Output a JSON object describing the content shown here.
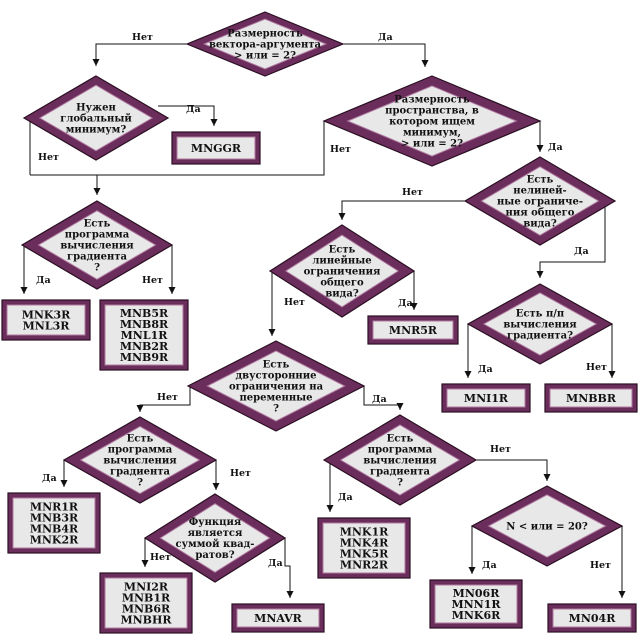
{
  "labels": {
    "yes": "Да",
    "no": "Нет"
  },
  "decisions": {
    "q1": {
      "lines": [
        "Размерность",
        "вектора-аргумента",
        "> или = 2?"
      ]
    },
    "q2": {
      "lines": [
        "Нужен",
        "глобальный",
        "минимум?"
      ]
    },
    "q3": {
      "lines": [
        "Размерность",
        "пространства, в",
        "котором ищем",
        "минимум,",
        "> или = 2?"
      ]
    },
    "q4": {
      "lines": [
        "Есть",
        "нелиней-",
        "ные ограниче-",
        "ния общего",
        "вида?"
      ]
    },
    "q5": {
      "lines": [
        "Есть",
        "программа",
        "вычисления",
        "градиента",
        "?"
      ]
    },
    "q6": {
      "lines": [
        "Есть",
        "линейные",
        "ограничения",
        "общего",
        "вида?"
      ]
    },
    "q7": {
      "lines": [
        "Есть п/п",
        "вычисления",
        "градиента?"
      ]
    },
    "q8": {
      "lines": [
        "Есть",
        "двусторонние",
        "ограничения на",
        "переменные",
        "?"
      ]
    },
    "q9": {
      "lines": [
        "Есть",
        "программа",
        "вычисления",
        "градиента",
        "?"
      ]
    },
    "q10": {
      "lines": [
        "Есть",
        "программа",
        "вычисления",
        "градиента",
        "?"
      ]
    },
    "q11": {
      "lines": [
        "Функция",
        "является",
        "суммой квад-",
        "ратов?"
      ]
    },
    "q12": {
      "lines": [
        "N < или = 20?"
      ]
    }
  },
  "results": {
    "r1": {
      "lines": [
        "MNGGR"
      ]
    },
    "r2": {
      "lines": [
        "MNK3R",
        "MNL3R"
      ]
    },
    "r3": {
      "lines": [
        "MNB5R",
        "MNB8R",
        "MNL1R",
        "MNB2R",
        "MNB9R"
      ]
    },
    "r4": {
      "lines": [
        "MNR5R"
      ]
    },
    "r5": {
      "lines": [
        "MNI1R"
      ]
    },
    "r6": {
      "lines": [
        "MNBBR"
      ]
    },
    "r7": {
      "lines": [
        "MNR1R",
        "MNB3R",
        "MNB4R",
        "MNK2R"
      ]
    },
    "r8": {
      "lines": [
        "MNK1R",
        "MNK4R",
        "MNK5R",
        "MNR2R"
      ]
    },
    "r9": {
      "lines": [
        "MNI2R",
        "MNB1R",
        "MNB6R",
        "MNBHR"
      ]
    },
    "r10": {
      "lines": [
        "MNAVR"
      ]
    },
    "r11": {
      "lines": [
        "MN06R",
        "MNN1R",
        "MNK6R"
      ]
    },
    "r12": {
      "lines": [
        "MN04R"
      ]
    }
  },
  "colors": {
    "frame": "#6b2d5c",
    "frame_light": "#b07aa0",
    "fill": "#e8e8e8",
    "line": "#111111"
  }
}
